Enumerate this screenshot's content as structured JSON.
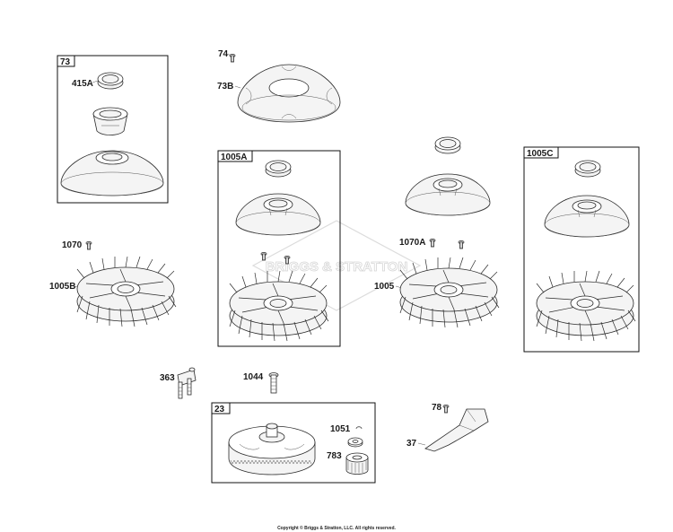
{
  "diagram": {
    "callouts": {
      "c73": "73",
      "c415a": "415A",
      "c74": "74",
      "c73b": "73B",
      "c1005a": "1005A",
      "c1005c": "1005C",
      "c1070": "1070",
      "c1005b": "1005B",
      "c1070a": "1070A",
      "c1005": "1005",
      "c363": "363",
      "c1044": "1044",
      "c23": "23",
      "c1051": "1051",
      "c783": "783",
      "c78": "78",
      "c37": "37"
    },
    "watermark": "BRIGGS & STRATTON",
    "copyright": "Copyright © Briggs & Stratton, LLC. All rights reserved."
  },
  "colors": {
    "line": "#2a2a2a",
    "part_fill": "#f4f4f4",
    "watermark": "#d6d6d6"
  }
}
